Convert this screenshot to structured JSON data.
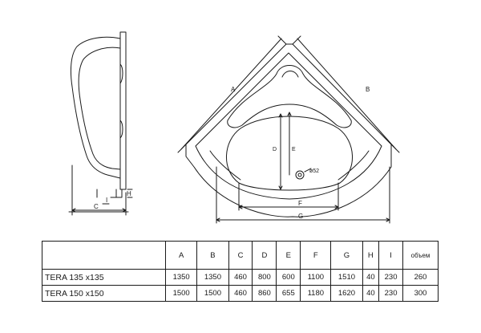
{
  "drawing": {
    "side_view_labels": {
      "c": "C",
      "i": "I",
      "h": "H"
    },
    "top_view_labels": {
      "a": "A",
      "b": "B",
      "d": "D",
      "e": "E",
      "f": "F",
      "g": "G",
      "drain": "ø52"
    }
  },
  "spec_table": {
    "headers": [
      "A",
      "B",
      "C",
      "D",
      "E",
      "F",
      "G",
      "H",
      "I",
      "объем"
    ],
    "rows": [
      {
        "name": "TERA 135 x135",
        "values": [
          "1350",
          "1350",
          "460",
          "800",
          "600",
          "1100",
          "1510",
          "40",
          "230",
          "260"
        ]
      },
      {
        "name": "TERA 150 x150",
        "values": [
          "1500",
          "1500",
          "460",
          "860",
          "655",
          "1180",
          "1620",
          "40",
          "230",
          "300"
        ]
      }
    ]
  }
}
